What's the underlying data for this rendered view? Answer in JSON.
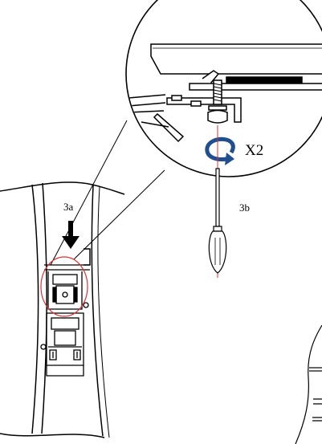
{
  "labels": {
    "step_a": "3a",
    "step_b": "3b",
    "repeat": "X2"
  },
  "colors": {
    "line": "#000000",
    "highlight": "#d93232",
    "arrow": "#1f4f8f"
  }
}
